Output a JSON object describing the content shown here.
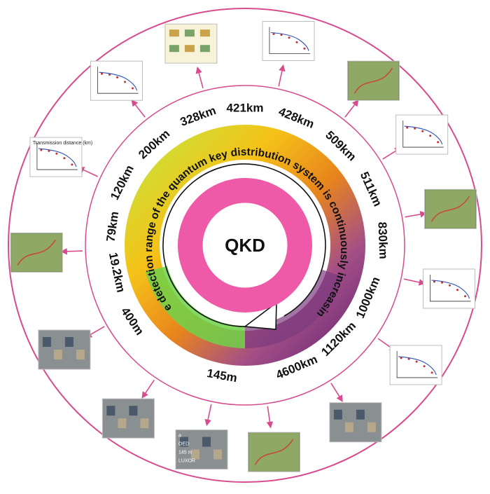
{
  "center": {
    "title": "QKD"
  },
  "ring_caption": "The detection range of the quantum key distribution system is continuously increasing.",
  "distances": [
    "400m",
    "19.2km",
    "79km",
    "120km",
    "200km",
    "328km",
    "421km",
    "428km",
    "509km",
    "511km",
    "830km",
    "1000km",
    "1120km",
    "4600km",
    "145m"
  ],
  "thumbnails": [
    {
      "name": "thumb-chart-curve",
      "kind": "chart"
    },
    {
      "name": "thumb-circuit-schematic",
      "kind": "schematic"
    },
    {
      "name": "thumb-distance-plot",
      "kind": "chart"
    },
    {
      "name": "thumb-satellite-map",
      "kind": "map"
    },
    {
      "name": "thumb-log-plot",
      "kind": "chart"
    },
    {
      "name": "thumb-map-network",
      "kind": "map"
    },
    {
      "name": "thumb-scatter-plot",
      "kind": "chart"
    },
    {
      "name": "thumb-rate-plot",
      "kind": "chart"
    },
    {
      "name": "thumb-satellite-earth",
      "kind": "photo"
    },
    {
      "name": "thumb-globe-map",
      "kind": "map"
    },
    {
      "name": "thumb-aerial-city-145m",
      "kind": "photo",
      "labels": [
        "a",
        "OED",
        "145 m",
        "LUXOR"
      ]
    },
    {
      "name": "thumb-aerial-city-400m",
      "kind": "photo"
    },
    {
      "name": "thumb-lab-setup",
      "kind": "photo"
    },
    {
      "name": "thumb-field-map",
      "kind": "map"
    },
    {
      "name": "thumb-transmission-plot",
      "kind": "chart",
      "labels": [
        "Transmission distance (km)"
      ]
    }
  ],
  "colors": {
    "outer_circle": "#d64c8e",
    "arrow": "#d64c8e",
    "donut": "#ee5aa7",
    "donut_highlight": "#f488bf",
    "gradient_stops": [
      "#5ec94a",
      "#cddc2a",
      "#f5b414",
      "#e8801c",
      "#a8507e",
      "#6e2f7a"
    ]
  }
}
